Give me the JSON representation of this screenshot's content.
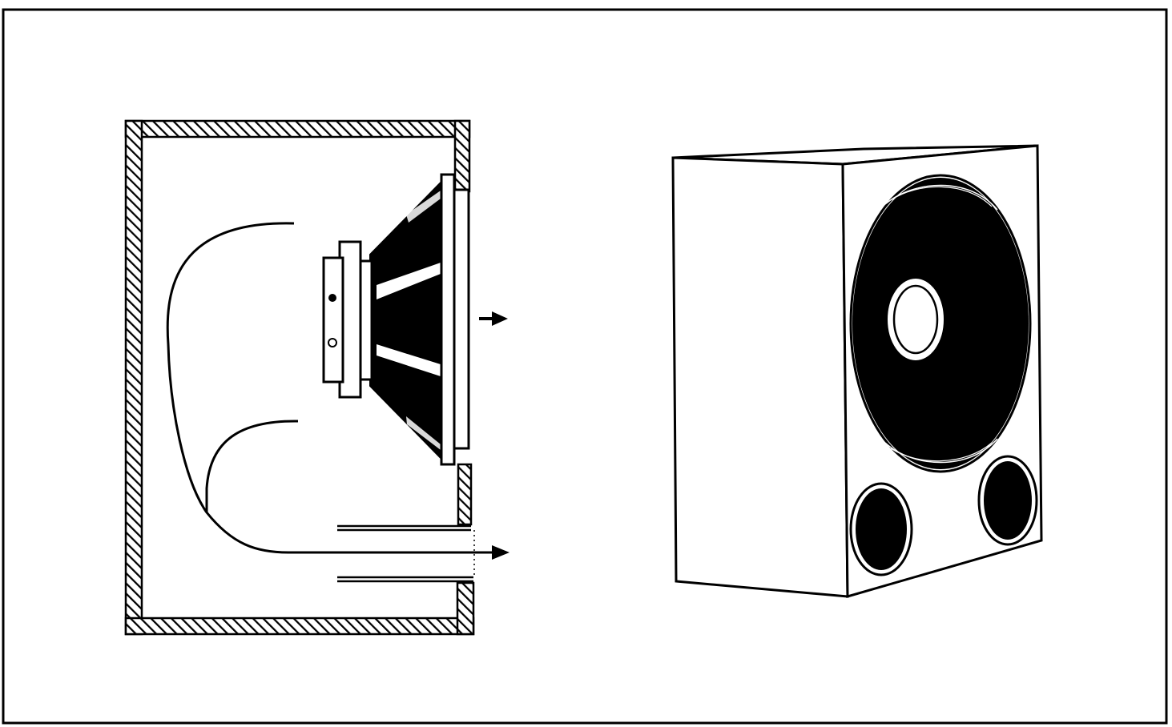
{
  "figure": {
    "panels": [
      {
        "id": "cross-section",
        "subject": "bass-reflex-enclosure"
      },
      {
        "id": "perspective-view",
        "subject": "loudspeaker-cabinet"
      }
    ],
    "colors": {
      "ink": "#000000",
      "paper": "#ffffff"
    },
    "icons": [
      "arrow-right-icon",
      "hatch-pattern"
    ]
  }
}
